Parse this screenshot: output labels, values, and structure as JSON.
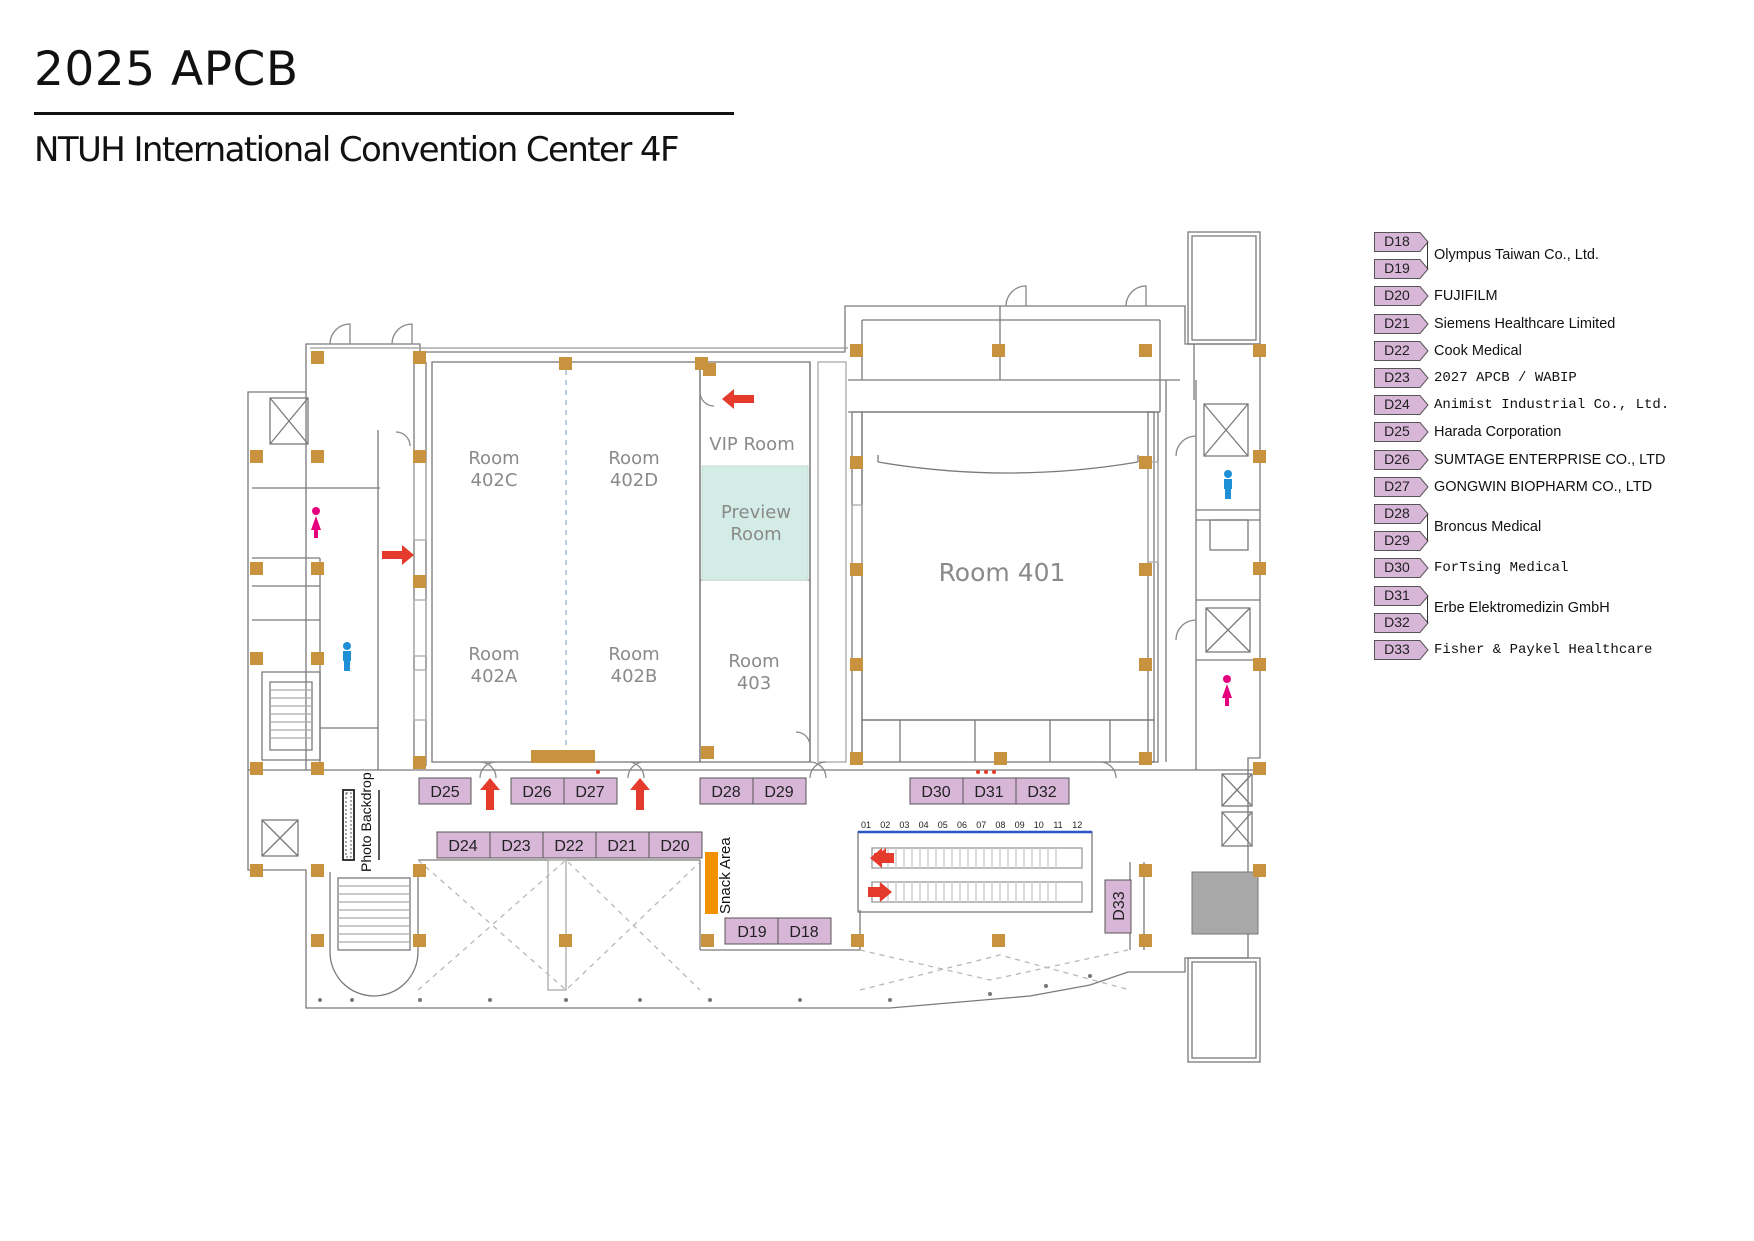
{
  "header": {
    "title": "2025 APCB",
    "subtitle": "NTUH International Convention Center 4F"
  },
  "rooms": {
    "r402c": [
      "Room",
      "402C"
    ],
    "r402d": [
      "Room",
      "402D"
    ],
    "r402a": [
      "Room",
      "402A"
    ],
    "r402b": [
      "Room",
      "402B"
    ],
    "vip": "VIP Room",
    "preview": [
      "Preview",
      "Room"
    ],
    "r403": [
      "Room",
      "403"
    ],
    "r401": "Room 401"
  },
  "areas": {
    "photo_backdrop": "Photo Backdrop",
    "snack_area": "Snack Area"
  },
  "escalator_numbers": [
    "01",
    "02",
    "03",
    "04",
    "05",
    "06",
    "07",
    "08",
    "09",
    "10",
    "11",
    "12"
  ],
  "booths": {
    "D18": "D18",
    "D19": "D19",
    "D20": "D20",
    "D21": "D21",
    "D22": "D22",
    "D23": "D23",
    "D24": "D24",
    "D25": "D25",
    "D26": "D26",
    "D27": "D27",
    "D28": "D28",
    "D29": "D29",
    "D30": "D30",
    "D31": "D31",
    "D32": "D32",
    "D33": "D33"
  },
  "legend": [
    {
      "code": "D18",
      "name": ""
    },
    {
      "code": "D19",
      "name": ""
    },
    {
      "code": "D20",
      "name": "FUJIFILM"
    },
    {
      "code": "D21",
      "name": "Siemens Healthcare Limited"
    },
    {
      "code": "D22",
      "name": "Cook Medical"
    },
    {
      "code": "D23",
      "name": "2027 APCB / WABIP"
    },
    {
      "code": "D24",
      "name": "Animist Industrial Co., Ltd."
    },
    {
      "code": "D25",
      "name": "Harada Corporation"
    },
    {
      "code": "D26",
      "name": "SUMTAGE ENTERPRISE CO., LTD"
    },
    {
      "code": "D27",
      "name": "GONGWIN BIOPHARM CO., LTD"
    },
    {
      "code": "D28",
      "name": ""
    },
    {
      "code": "D29",
      "name": ""
    },
    {
      "code": "D30",
      "name": "ForTsing Medical"
    },
    {
      "code": "D31",
      "name": ""
    },
    {
      "code": "D32",
      "name": ""
    },
    {
      "code": "D33",
      "name": "Fisher & Paykel Healthcare"
    }
  ],
  "legend_groups": {
    "d18_d19": "Olympus Taiwan Co., Ltd.",
    "d28_d29": "Broncus Medical",
    "d31_d32": "Erbe Elektromedizin GmbH"
  },
  "colors": {
    "booth_fill": "#d8b6d8",
    "booth_stroke": "#555555",
    "column": "#c8923f",
    "snack": "#f39200",
    "preview_fill": "#d4ece6",
    "arrow": "#e53b2c",
    "female": "#e6007e",
    "male": "#1e90d6",
    "elevator_fill": "#a8a8a8"
  }
}
